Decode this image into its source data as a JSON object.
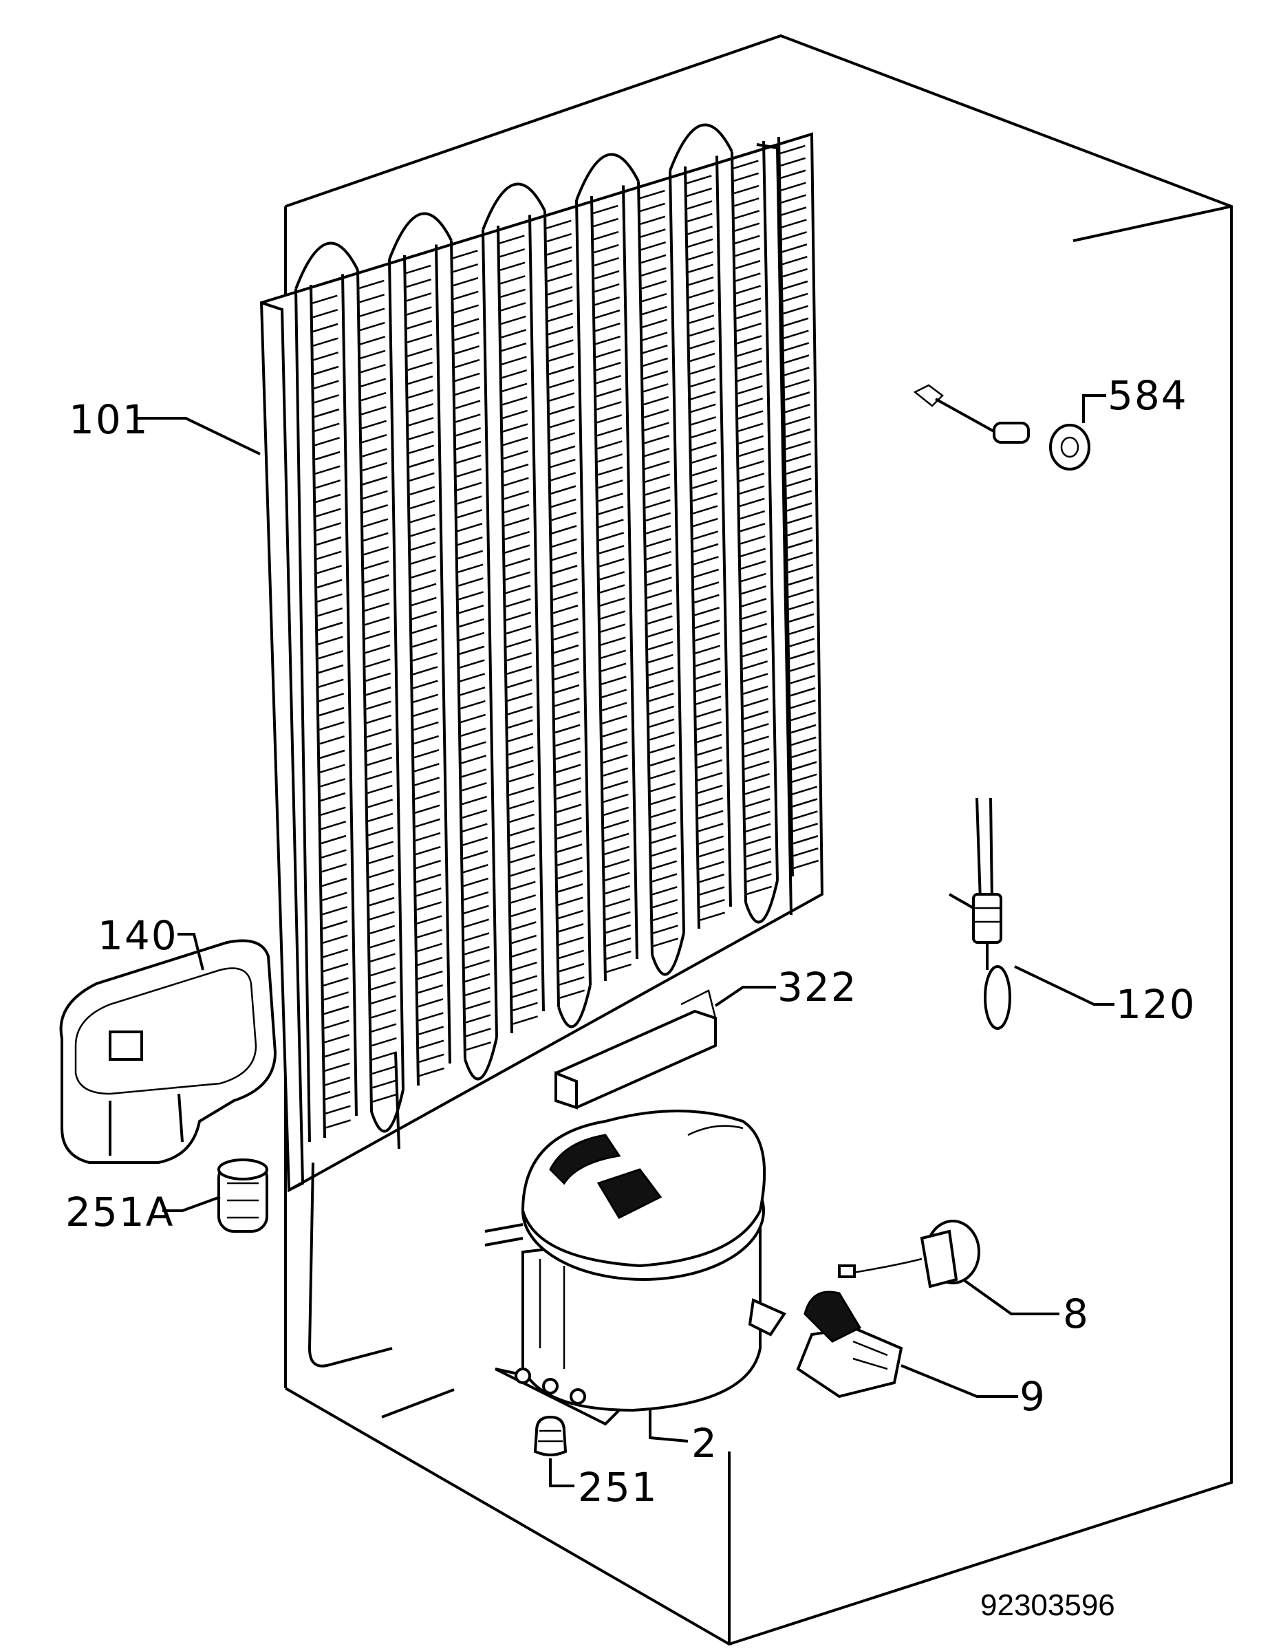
{
  "diagram": {
    "document_number": "92303596",
    "callouts": [
      {
        "id": "101",
        "label": "101"
      },
      {
        "id": "584",
        "label": "584"
      },
      {
        "id": "140",
        "label": "140"
      },
      {
        "id": "322",
        "label": "322"
      },
      {
        "id": "120",
        "label": "120"
      },
      {
        "id": "251A",
        "label": "251A"
      },
      {
        "id": "8",
        "label": "8"
      },
      {
        "id": "9",
        "label": "9"
      },
      {
        "id": "2",
        "label": "2"
      },
      {
        "id": "251",
        "label": "251"
      }
    ]
  }
}
